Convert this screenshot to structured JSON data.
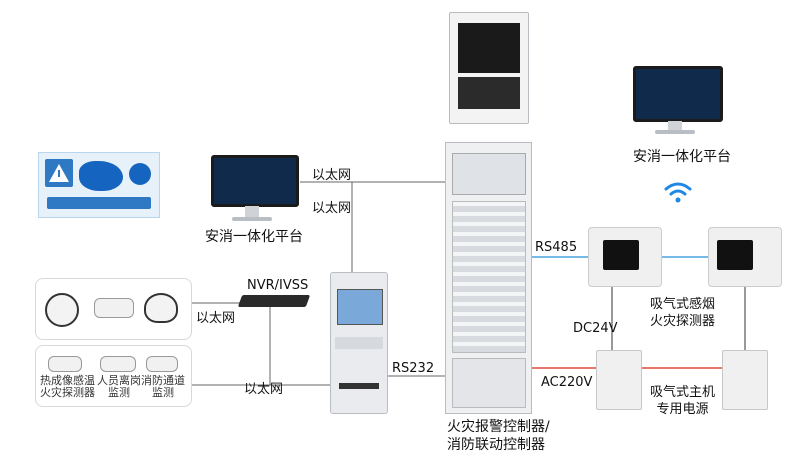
{
  "labels": {
    "ethernet_top": "以太网",
    "ethernet_mid": "以太网",
    "ethernet_cams1": "以太网",
    "ethernet_cams2": "以太网",
    "nvr": "NVR/IVSS",
    "rs485": "RS485",
    "rs232": "RS232",
    "dc24v": "DC24V",
    "ac220v": "AC220V",
    "platform_left": "安消一体化平台",
    "platform_right": "安消一体化平台",
    "aspirating_detector": "吸气式感烟\n火灾探测器",
    "aspirating_psu": "吸气式主机\n专用电源",
    "fire_controller": "火灾报警控制器/\n消防联动控制器",
    "cam_thermal": "热成像感温\n火灾探测器",
    "cam_person": "人员离岗\n监测",
    "cam_passage": "消防通道\n监测"
  },
  "colors": {
    "wire": "#555555",
    "rs485_wire": "#4aa3df",
    "ac_wire": "#e04a3a",
    "screen": "#0f2a4a",
    "wifi": "#1e88e5"
  },
  "icons": [
    "wifi-icon",
    "dome-camera-icon",
    "bullet-camera-icon",
    "monitor-icon",
    "nvr-icon"
  ]
}
